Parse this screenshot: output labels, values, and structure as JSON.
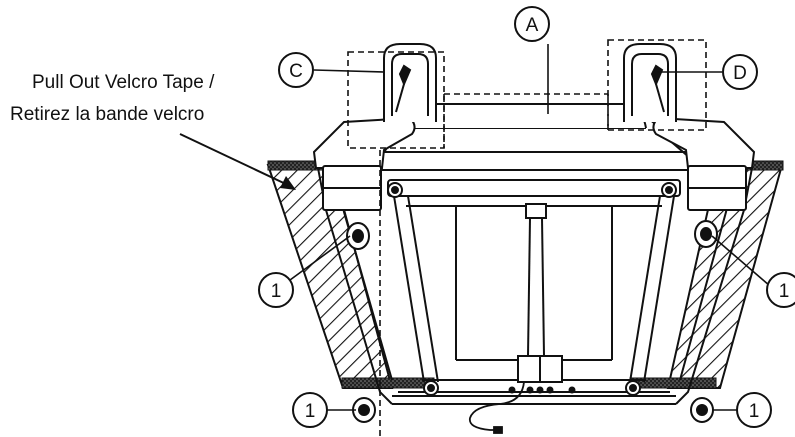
{
  "note": {
    "line1": "Pull Out Velcro Tape /",
    "line2": "Retirez la bande velcro"
  },
  "callouts": {
    "a": "A",
    "c": "C",
    "d": "D",
    "one": "1"
  },
  "colors": {
    "ink": "#111111",
    "band": "#333333",
    "paper": "#ffffff"
  }
}
